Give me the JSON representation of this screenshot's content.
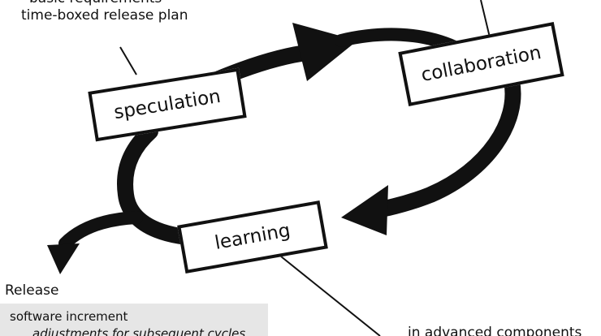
{
  "diagram": {
    "phases": {
      "speculation": "speculation",
      "collaboration": "collaboration",
      "learning": "learning"
    },
    "notes": {
      "speculation_line1": "basic requirements",
      "speculation_line2": "time-boxed release plan",
      "learning_partial": "in advanced components"
    },
    "release": {
      "label": "Release",
      "items": [
        "software increment",
        "adjustments for subsequent cycles"
      ]
    }
  }
}
